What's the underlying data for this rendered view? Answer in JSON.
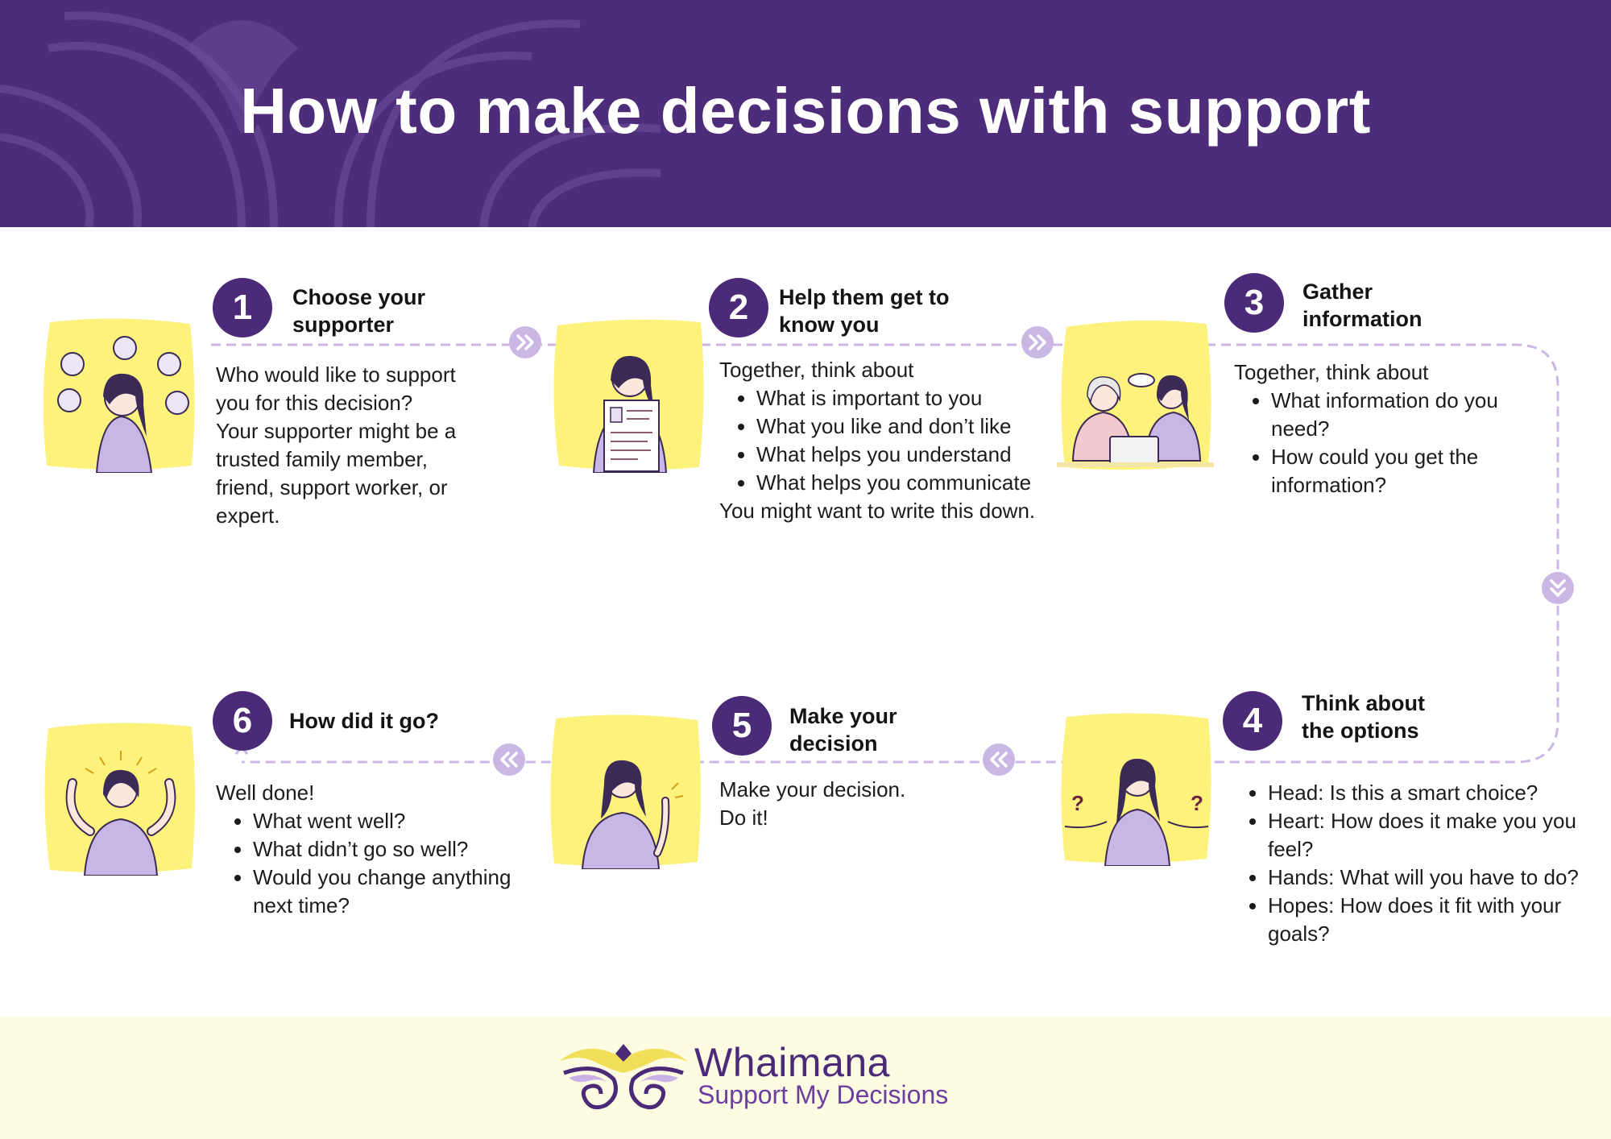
{
  "header": {
    "title": "How to make decisions with support"
  },
  "steps": [
    {
      "number": "1",
      "title": "Choose  your\nsupporter",
      "body": "Who would like to support\nyou for this decision?\nYour supporter might be a\ntrusted family member,\nfriend, support worker, or\nexpert.",
      "bullets": [],
      "after": ""
    },
    {
      "number": "2",
      "title": "Help them get to\nknow you",
      "body": "Together, think about",
      "bullets": [
        "What is important to you",
        "What you like and don’t like",
        "What helps you understand",
        "What helps you communicate"
      ],
      "after": "You might want to write this down."
    },
    {
      "number": "3",
      "title": "Gather\ninformation",
      "body": "Together, think about",
      "bullets": [
        "What information do you need?",
        "How could you get the information?"
      ],
      "after": ""
    },
    {
      "number": "4",
      "title": "Think about\nthe options",
      "body": "",
      "bullets": [
        "Head: Is this a smart choice?",
        "Heart: How does it make you you feel?",
        "Hands: What will you have to do?",
        "Hopes: How does it fit with your goals?"
      ],
      "after": ""
    },
    {
      "number": "5",
      "title": "Make your\ndecision",
      "body": "Make your decision.\nDo it!",
      "bullets": [],
      "after": ""
    },
    {
      "number": "6",
      "title": "How did it go?",
      "body": "Well done!",
      "bullets": [
        "What went well?",
        "What didn’t go so well?",
        "Would you change anything next time?"
      ],
      "after": ""
    }
  ],
  "footer": {
    "brand": "Whaimana",
    "tagline": "Support My Decisions"
  },
  "colors": {
    "purple": "#4d2c79",
    "yellow": "#fdf27b",
    "lilac": "#c9b6e4",
    "footer_bg": "#fdfbe2"
  },
  "icons": [
    "double-chevron-right-icon",
    "double-chevron-down-icon",
    "double-chevron-left-icon",
    "whaimana-logo"
  ]
}
